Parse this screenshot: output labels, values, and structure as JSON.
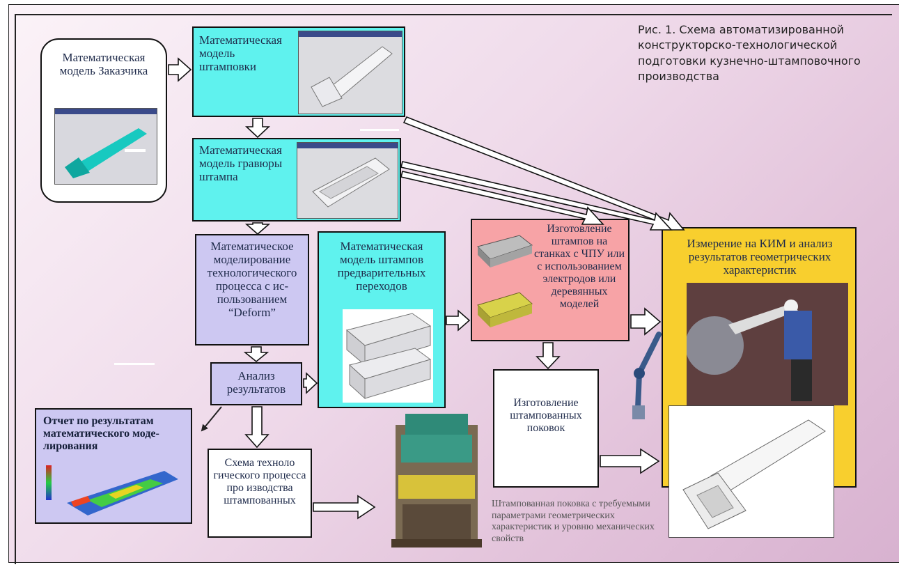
{
  "caption": "Рис. 1. Схема автоматизированной конструкторско-технологической подготовки кузнечно-штамповочного производства",
  "nodes": {
    "customer_model": "Математическая модель Заказчика",
    "stamping_model": "Математическая модель штамповки",
    "engraving_model": "Математическая модель гравюры штампа",
    "process_modeling": "Математическое моделирование технологического процесса с ис­пользованием “Deform”",
    "preliminary_model": "Математическая модель штампов предварительных переходов",
    "die_manufacturing": "Изготовление штампов на станках с ЧПУ или с использованием электродов или деревянных моделей",
    "cmm_measurement": "Измерение на КИМ и анализ результатов геометрических характеристик",
    "results_analysis": "Анализ результатов",
    "modeling_report": "Отчет по результатам математического моде­лирования",
    "forging_manufacturing": "Изготовление штампованных поковок",
    "process_scheme": "Схема техноло гического процесса про изводства штампованных",
    "stamped_forging": "Штампованная поковка с требуемыми параметрами геометрических характеристик и уровню механических свойств"
  },
  "colors": {
    "cyan": "#5ff2ee",
    "lavender": "#cdc8f2",
    "pink": "#f7a3a6",
    "yellow": "#f8cf2e",
    "background": "#e8cfe2"
  }
}
